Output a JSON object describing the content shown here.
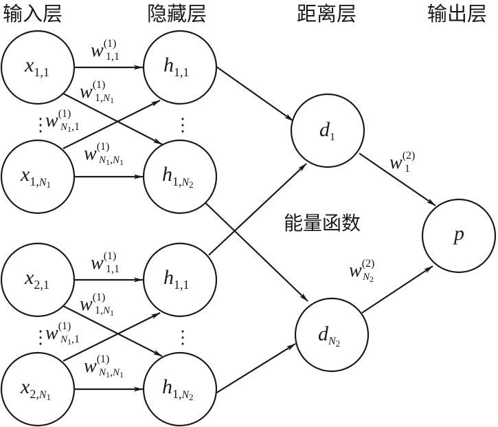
{
  "layer_titles": {
    "input": "输入层",
    "hidden": "隐藏层",
    "distance": "距离层",
    "output": "输出层"
  },
  "center_label": "能量函数",
  "nodes": {
    "x11": {
      "var": "x",
      "sub": "1,1"
    },
    "x1N": {
      "var": "x",
      "sub": "1,",
      "sub_i": "N",
      "sub_i_sub": "1"
    },
    "x21": {
      "var": "x",
      "sub": "2,1"
    },
    "x2N": {
      "var": "x",
      "sub": "2,",
      "sub_i": "N",
      "sub_i_sub": "1"
    },
    "h11a": {
      "var": "h",
      "sub": "1,1"
    },
    "h1Na": {
      "var": "h",
      "sub": "1,",
      "sub_i": "N",
      "sub_i_sub": "2"
    },
    "h11b": {
      "var": "h",
      "sub": "1,1"
    },
    "h1Nb": {
      "var": "h",
      "sub": "1,",
      "sub_i": "N",
      "sub_i_sub": "2"
    },
    "d1": {
      "var": "d",
      "sub": "1"
    },
    "dN": {
      "var": "d",
      "sub_i": "N",
      "sub_i_sub": "2"
    },
    "p": {
      "var": "p"
    }
  },
  "weights": {
    "w11": {
      "var": "w",
      "sup": "(1)",
      "sub": "1,1"
    },
    "w1N": {
      "var": "w",
      "sup": "(1)",
      "sub_pre": "1,",
      "sub_i": "N",
      "sub_i_sub": "1"
    },
    "wN1": {
      "var": "w",
      "sup": "(1)",
      "sub_i": "N",
      "sub_i_sub": "1",
      "sub_post": ",1"
    },
    "wNN": {
      "var": "w",
      "sup": "(1)",
      "sub_i": "N",
      "sub_i_sub": "1",
      "sub_mid": ",",
      "sub_i2": "N",
      "sub_i2_sub": "1"
    },
    "w2_1": {
      "var": "w",
      "sup": "(2)",
      "sub": "1"
    },
    "w2_N": {
      "var": "w",
      "sup": "(2)",
      "sub_i": "N",
      "sub_i_sub": "2"
    }
  },
  "ellipsis": "⋮"
}
